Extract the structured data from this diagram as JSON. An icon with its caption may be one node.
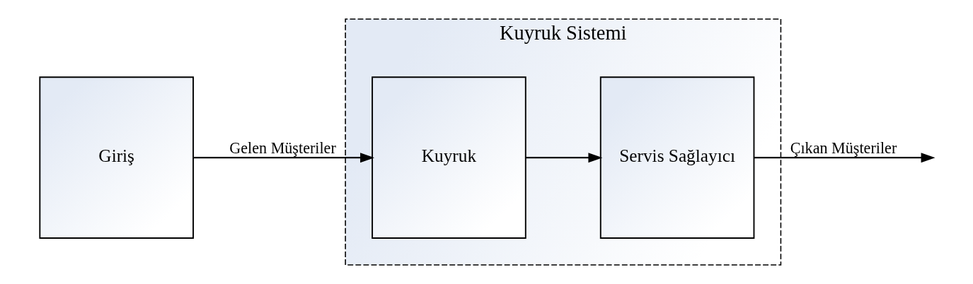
{
  "diagram": {
    "nodes": [
      {
        "text": [
          "Giriş"
        ]
      },
      {
        "text": [
          "Kuyruk Sistemi"
        ]
      },
      {
        "text": [
          "Kuyruk"
        ],
        "in": 1
      },
      {
        "text": [
          "Servis Sağlayıcı"
        ],
        "in": 1
      }
    ],
    "edges": [
      {
        "from": 0,
        "to": 2,
        "arrow": "to",
        "label": "Gelen Müşteriler"
      },
      {
        "from": 2,
        "to": 3,
        "arrow": "to"
      },
      {
        "from": 3,
        "to": null,
        "arrow": "to",
        "label": "Çıkan Müşteriler"
      }
    ]
  }
}
